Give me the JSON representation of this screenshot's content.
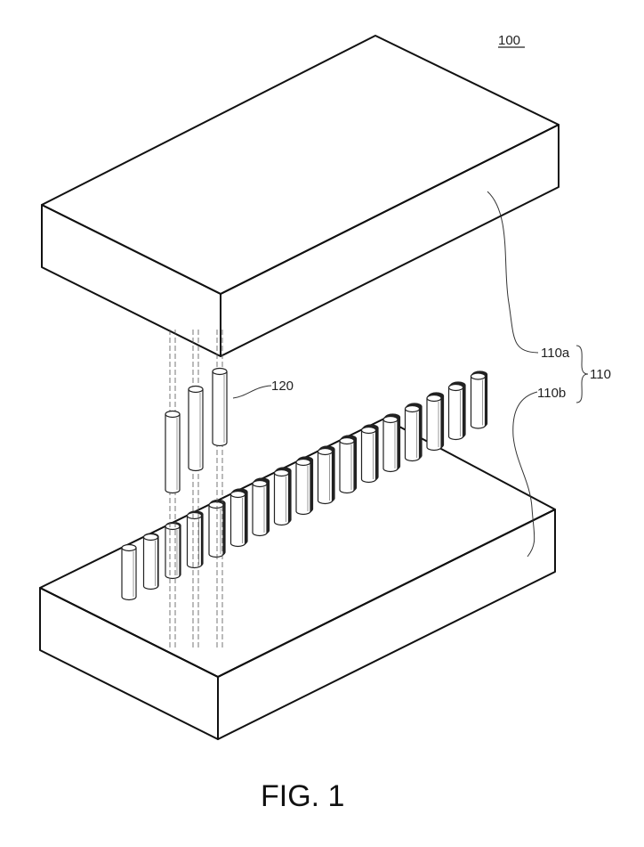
{
  "figure": {
    "ref_main": "100",
    "ref_top_block": "110a",
    "ref_bottom_block": "110b",
    "ref_group": "110",
    "ref_pins": "120",
    "caption": "FIG. 1"
  }
}
